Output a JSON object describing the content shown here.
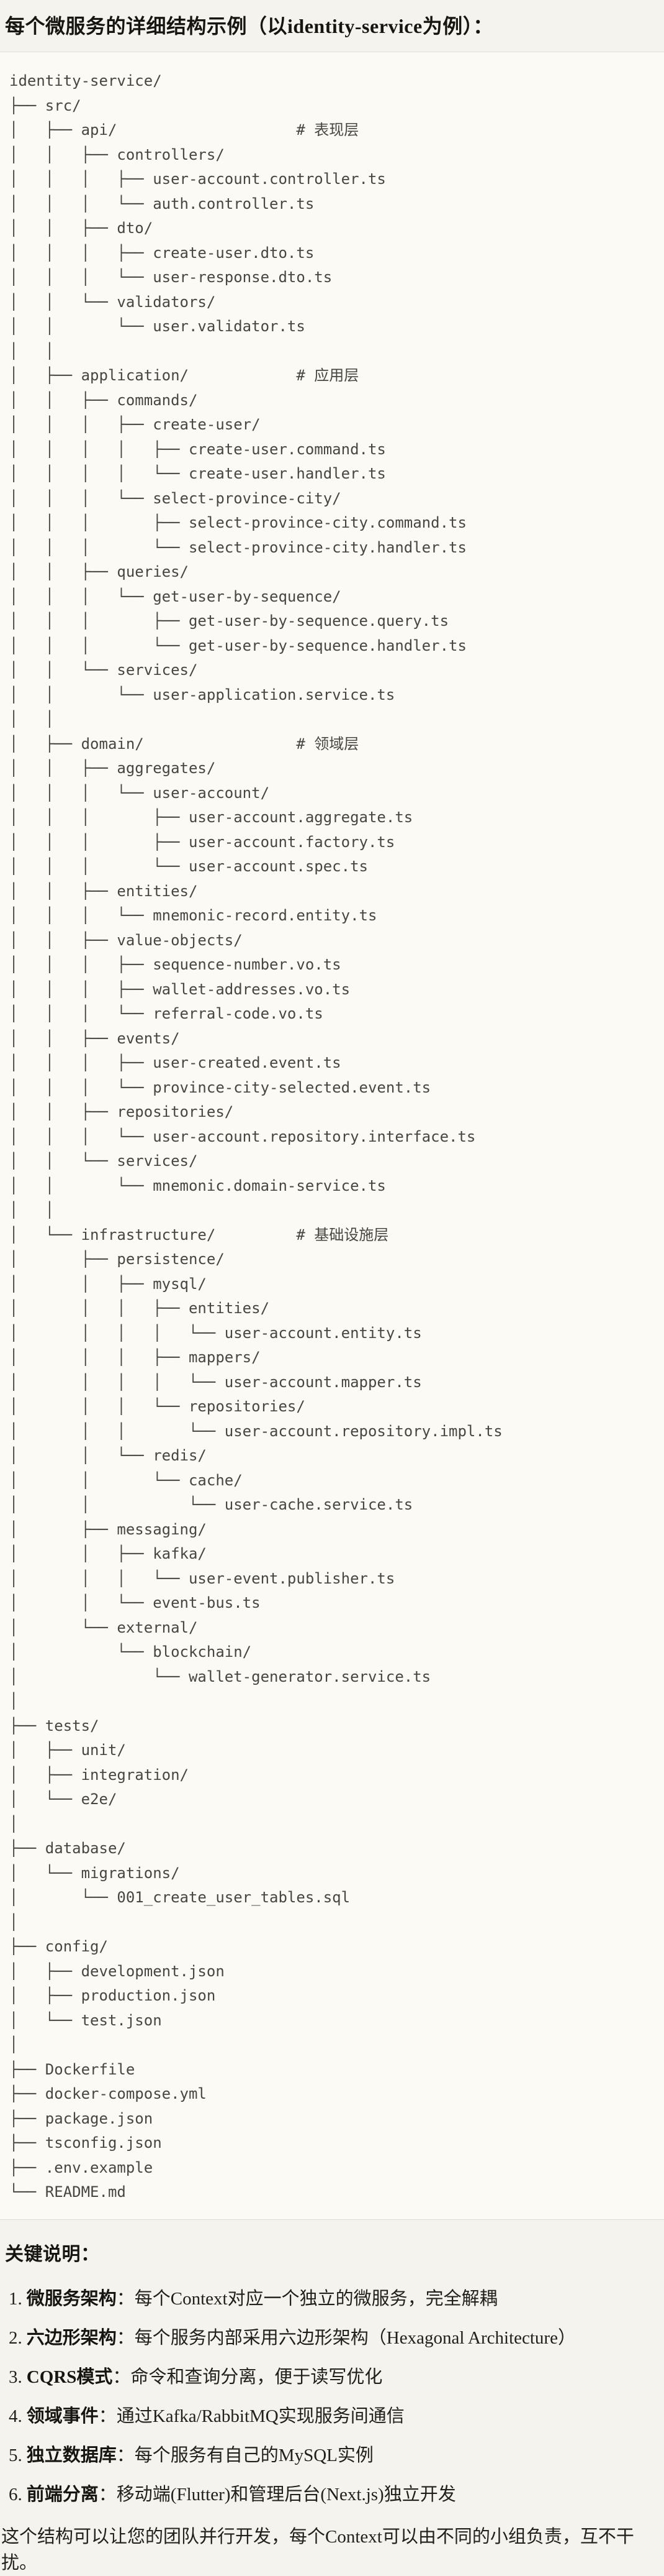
{
  "page": {
    "title": "每个微服务的详细结构示例（以identity-service为例）："
  },
  "code": {
    "language": "plaintext-directory-tree",
    "tree": "identity-service/\n├── src/\n│   ├── api/                    # 表现层\n│   │   ├── controllers/\n│   │   │   ├── user-account.controller.ts\n│   │   │   └── auth.controller.ts\n│   │   ├── dto/\n│   │   │   ├── create-user.dto.ts\n│   │   │   └── user-response.dto.ts\n│   │   └── validators/\n│   │       └── user.validator.ts\n│   │\n│   ├── application/            # 应用层\n│   │   ├── commands/\n│   │   │   ├── create-user/\n│   │   │   │   ├── create-user.command.ts\n│   │   │   │   └── create-user.handler.ts\n│   │   │   └── select-province-city/\n│   │   │       ├── select-province-city.command.ts\n│   │   │       └── select-province-city.handler.ts\n│   │   ├── queries/\n│   │   │   └── get-user-by-sequence/\n│   │   │       ├── get-user-by-sequence.query.ts\n│   │   │       └── get-user-by-sequence.handler.ts\n│   │   └── services/\n│   │       └── user-application.service.ts\n│   │\n│   ├── domain/                 # 领域层\n│   │   ├── aggregates/\n│   │   │   └── user-account/\n│   │   │       ├── user-account.aggregate.ts\n│   │   │       ├── user-account.factory.ts\n│   │   │       └── user-account.spec.ts\n│   │   ├── entities/\n│   │   │   └── mnemonic-record.entity.ts\n│   │   ├── value-objects/\n│   │   │   ├── sequence-number.vo.ts\n│   │   │   ├── wallet-addresses.vo.ts\n│   │   │   └── referral-code.vo.ts\n│   │   ├── events/\n│   │   │   ├── user-created.event.ts\n│   │   │   └── province-city-selected.event.ts\n│   │   ├── repositories/\n│   │   │   └── user-account.repository.interface.ts\n│   │   └── services/\n│   │       └── mnemonic.domain-service.ts\n│   │\n│   └── infrastructure/         # 基础设施层\n│       ├── persistence/\n│       │   ├── mysql/\n│       │   │   ├── entities/\n│       │   │   │   └── user-account.entity.ts\n│       │   │   ├── mappers/\n│       │   │   │   └── user-account.mapper.ts\n│       │   │   └── repositories/\n│       │   │       └── user-account.repository.impl.ts\n│       │   └── redis/\n│       │       └── cache/\n│       │           └── user-cache.service.ts\n│       ├── messaging/\n│       │   ├── kafka/\n│       │   │   └── user-event.publisher.ts\n│       │   └── event-bus.ts\n│       └── external/\n│           └── blockchain/\n│               └── wallet-generator.service.ts\n│\n├── tests/\n│   ├── unit/\n│   ├── integration/\n│   └── e2e/\n│\n├── database/\n│   └── migrations/\n│       └── 001_create_user_tables.sql\n│\n├── config/\n│   ├── development.json\n│   ├── production.json\n│   └── test.json\n│\n├── Dockerfile\n├── docker-compose.yml\n├── package.json\n├── tsconfig.json\n├── .env.example\n└── README.md"
  },
  "notes": {
    "heading": "关键说明：",
    "items": [
      {
        "num": "1.",
        "term": "微服务架构",
        "colon": "：",
        "desc": "每个Context对应一个独立的微服务，完全解耦"
      },
      {
        "num": "2.",
        "term": "六边形架构",
        "colon": "：",
        "desc": "每个服务内部采用六边形架构（Hexagonal Architecture）"
      },
      {
        "num": "3.",
        "term": "CQRS模式",
        "colon": "：",
        "desc": "命令和查询分离，便于读写优化"
      },
      {
        "num": "4.",
        "term": "领域事件",
        "colon": "：",
        "desc": "通过Kafka/RabbitMQ实现服务间通信"
      },
      {
        "num": "5.",
        "term": "独立数据库",
        "colon": "：",
        "desc": "每个服务有自己的MySQL实例"
      },
      {
        "num": "6.",
        "term": "前端分离",
        "colon": "：",
        "desc": "移动端(Flutter)和管理后台(Next.js)独立开发"
      }
    ],
    "footer": "这个结构可以让您的团队并行开发，每个Context可以由不同的小组负责，互不干扰。"
  },
  "colors": {
    "page_background": "#f4f3ed",
    "code_background": "#fbfaf5",
    "code_border": "#dddbd4",
    "code_text": "#484640",
    "heading_text": "#171511",
    "body_text": "#21201b"
  }
}
